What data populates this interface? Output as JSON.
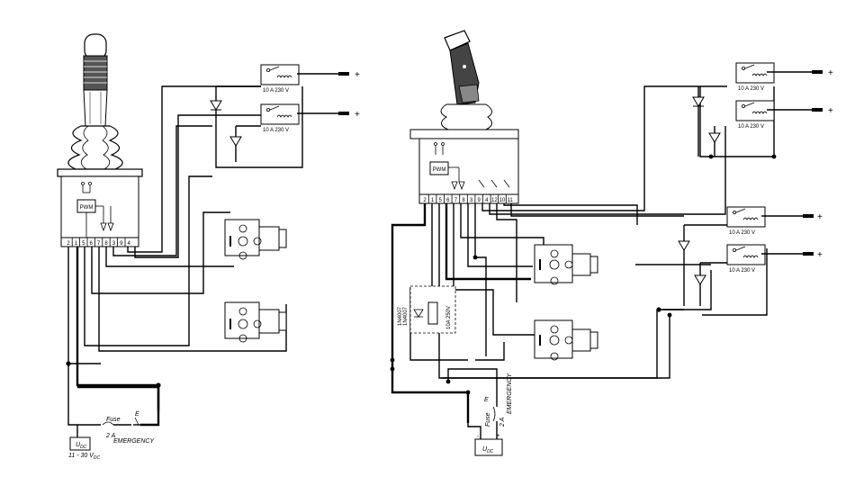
{
  "left": {
    "terminals": [
      "2",
      "1",
      "5",
      "6",
      "7",
      "8",
      "3",
      "9",
      "4"
    ],
    "pwm": "PWM",
    "relays": [
      {
        "rating": "10 A 230 V"
      },
      {
        "rating": "10 A 230 V"
      }
    ],
    "fuse_label": "Fuse",
    "fuse_rating": "2 A",
    "emergency": "EMERGENCY",
    "e_mark": "E",
    "supply": "U",
    "supply_sub": "DC",
    "voltage_range": "11 - 30 V",
    "voltage_sub": "DC",
    "plus": "+"
  },
  "right": {
    "terminals": [
      "2",
      "1",
      "5",
      "6",
      "7",
      "8",
      "3",
      "9",
      "4",
      "12",
      "10",
      "11"
    ],
    "pwm": "PWM",
    "relays": [
      {
        "rating": "10 A 230 V"
      },
      {
        "rating": "10 A 230 V"
      },
      {
        "rating": "10 A 230 V"
      },
      {
        "rating": "10 A 230 V"
      }
    ],
    "diode_label_1": "1N4007",
    "diode_label_2": "1N4007",
    "relay_mid": "10A  250V",
    "fuse_label": "Fuse",
    "fuse_rating": "2 A",
    "emergency": "EMERGENCY",
    "e_mark": "E",
    "supply": "U",
    "supply_sub": "DC",
    "plus": "+",
    "minus": "-"
  }
}
